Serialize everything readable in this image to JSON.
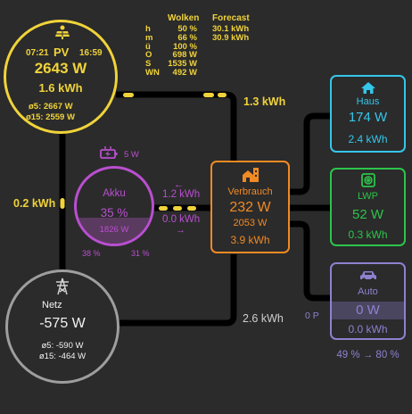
{
  "colors": {
    "pv": "#f0d33a",
    "akku": "#b94fd0",
    "verbrauch": "#f08a24",
    "haus": "#35c6ea",
    "lwp": "#2cc44a",
    "auto": "#8d82cf",
    "netz": "#bdbdbd",
    "background": "#2b2b2b"
  },
  "forecast": {
    "h_wolken": "Wolken",
    "h_forecast": "Forecast",
    "row_labels": [
      "h",
      "m",
      "ü",
      "O",
      "S",
      "WN"
    ],
    "wolken": [
      "50 %",
      "66 %",
      "100 %",
      "698 W",
      "1535 W",
      "492 W"
    ],
    "forecast_values": [
      "30.1 kWh",
      "30.9 kWh"
    ]
  },
  "pv": {
    "icon": "solar-panel-icon",
    "sunrise": "07:21",
    "sunset": "16:59",
    "label": "PV",
    "power": "2643 W",
    "energy": "1.6 kWh",
    "avg5": "ø5: 2667 W",
    "avg15": "ø15: 2559 W"
  },
  "flows": {
    "pv_to_verbrauch": "1.3 kWh",
    "pv_to_netz": "0.2 kWh",
    "netz_to_verbrauch": "2.6 kWh",
    "akku_arrow_in": "←",
    "akku_in": "1.2 kWh",
    "akku_out": "0.0 kWh",
    "akku_arrow_out": "→",
    "auto_power": "0 P"
  },
  "akku": {
    "icon": "battery-charging-icon",
    "plug_icon": "plug-icon",
    "aux_power": "5 W",
    "label": "Akku",
    "soc": "35 %",
    "power": "1826 W",
    "min": "38 %",
    "max": "31 %",
    "fill_fraction": 0.35
  },
  "verbrauch": {
    "icon": "house-building-icon",
    "label": "Verbrauch",
    "power": "232 W",
    "sub_power": "2053 W",
    "energy": "3.9 kWh"
  },
  "haus": {
    "icon": "home-icon",
    "label": "Haus",
    "power": "174 W",
    "energy": "2.4 kWh"
  },
  "lwp": {
    "icon": "heat-pump-icon",
    "label": "LWP",
    "power": "52 W",
    "energy": "0.3 kWh"
  },
  "auto": {
    "icon": "car-icon",
    "label": "Auto",
    "power": "0 W",
    "energy": "0.0 kWh",
    "soc_range": "49 % → 80 %"
  },
  "netz": {
    "icon": "power-pylon-icon",
    "label": "Netz",
    "power": "-575 W",
    "avg5": "ø5: -590 W",
    "avg15": "ø15: -464 W"
  }
}
